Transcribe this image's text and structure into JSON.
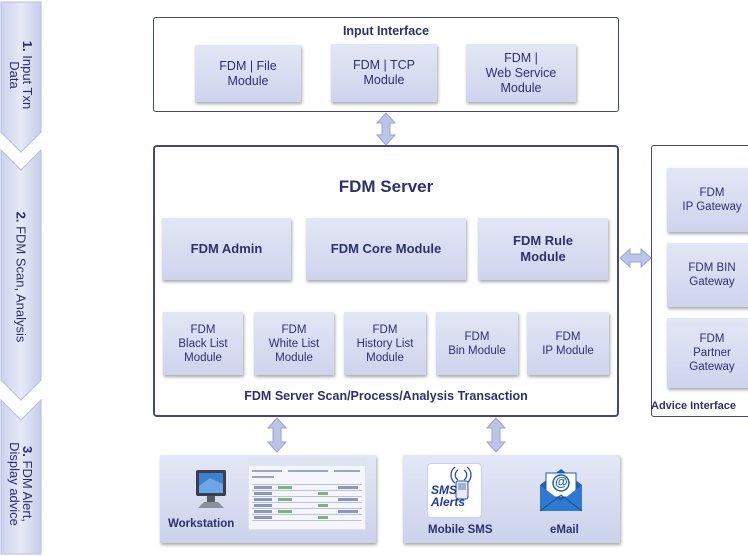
{
  "steps": [
    {
      "num": "1.",
      "lines": [
        "Input Txn",
        "Data"
      ]
    },
    {
      "num": "2.",
      "lines": [
        "FDM Scan, Analysis"
      ]
    },
    {
      "num": "3.",
      "lines": [
        "FDM Alert,",
        "Display advice"
      ]
    }
  ],
  "input_interface": {
    "title": "Input Interface",
    "modules": [
      {
        "lines": [
          "FDM | File",
          "Module"
        ]
      },
      {
        "lines": [
          "FDM | TCP",
          "Module"
        ]
      },
      {
        "lines": [
          "FDM |",
          "Web Service",
          "Module"
        ]
      }
    ]
  },
  "server": {
    "title": "FDM Server",
    "main_modules": [
      {
        "lines": [
          "FDM Admin"
        ]
      },
      {
        "lines": [
          "FDM Core Module"
        ]
      },
      {
        "lines": [
          "FDM Rule",
          "Module"
        ]
      }
    ],
    "sub_modules": [
      {
        "lines": [
          "FDM",
          "Black List",
          "Module"
        ]
      },
      {
        "lines": [
          "FDM",
          "White List",
          "Module"
        ]
      },
      {
        "lines": [
          "FDM",
          "History List",
          "Module"
        ]
      },
      {
        "lines": [
          "FDM",
          "Bin Module"
        ]
      },
      {
        "lines": [
          "FDM",
          "IP Module"
        ]
      }
    ],
    "footer": "FDM Server Scan/Process/Analysis Transaction"
  },
  "advice_interface": {
    "title": "Advice Interface",
    "gateways": [
      {
        "lines": [
          "FDM",
          "IP Gateway"
        ]
      },
      {
        "lines": [
          "FDM BIN",
          "Gateway"
        ]
      },
      {
        "lines": [
          "FDM",
          "Partner",
          "Gateway"
        ]
      }
    ]
  },
  "workstation": {
    "label": "Workstation"
  },
  "alerts": {
    "sms_label": "Mobile SMS",
    "email_label": "eMail",
    "sms_icon_text": [
      "SMS",
      "Alerts"
    ],
    "email_icon_text": "@"
  },
  "colors": {
    "text": "#2e3070",
    "border": "#45467a",
    "box_top": "#e3e6f5",
    "box_bottom": "#cfd4ee",
    "arrow": "#b9c1e6"
  }
}
